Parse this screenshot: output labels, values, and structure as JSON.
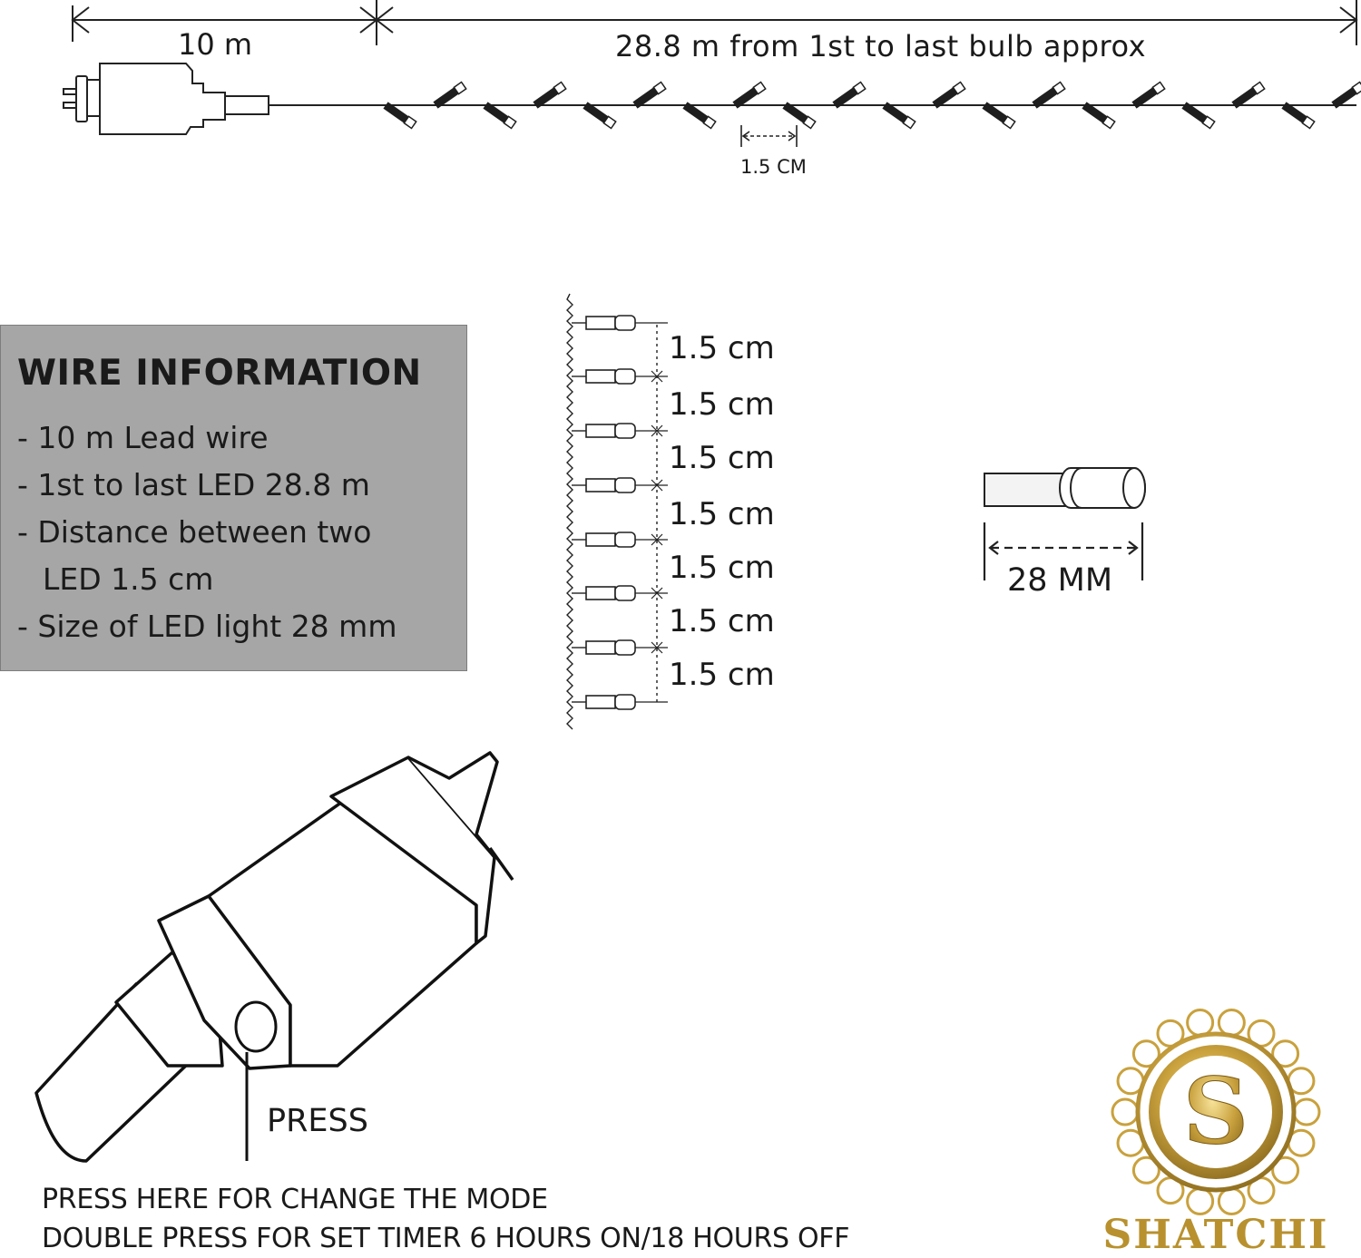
{
  "top": {
    "lead_length": "10 m",
    "string_length": "28.8 m from 1st to last bulb approx",
    "bulb_spacing": "1.5 CM"
  },
  "info_box": {
    "title": "WIRE INFORMATION",
    "lines": [
      "- 10 m Lead wire",
      "- 1st to last LED 28.8 m",
      "- Distance between two",
      "LED  1.5 cm",
      "- Size of LED light 28 mm"
    ]
  },
  "vertical": {
    "spacings": [
      "1.5 cm",
      "1.5 cm",
      "1.5 cm",
      "1.5 cm",
      "1.5 cm",
      "1.5 cm",
      "1.5 cm"
    ]
  },
  "bulb": {
    "size_label": "28 MM"
  },
  "controller": {
    "press_label": "PRESS",
    "instruction_1": "PRESS HERE FOR CHANGE THE MODE",
    "instruction_2": "DOUBLE PRESS FOR SET TIMER 6 HOURS ON/18 HOURS OFF"
  },
  "brand": {
    "monogram": "S",
    "name": "SHATCHI",
    "color": "#b8912e"
  }
}
